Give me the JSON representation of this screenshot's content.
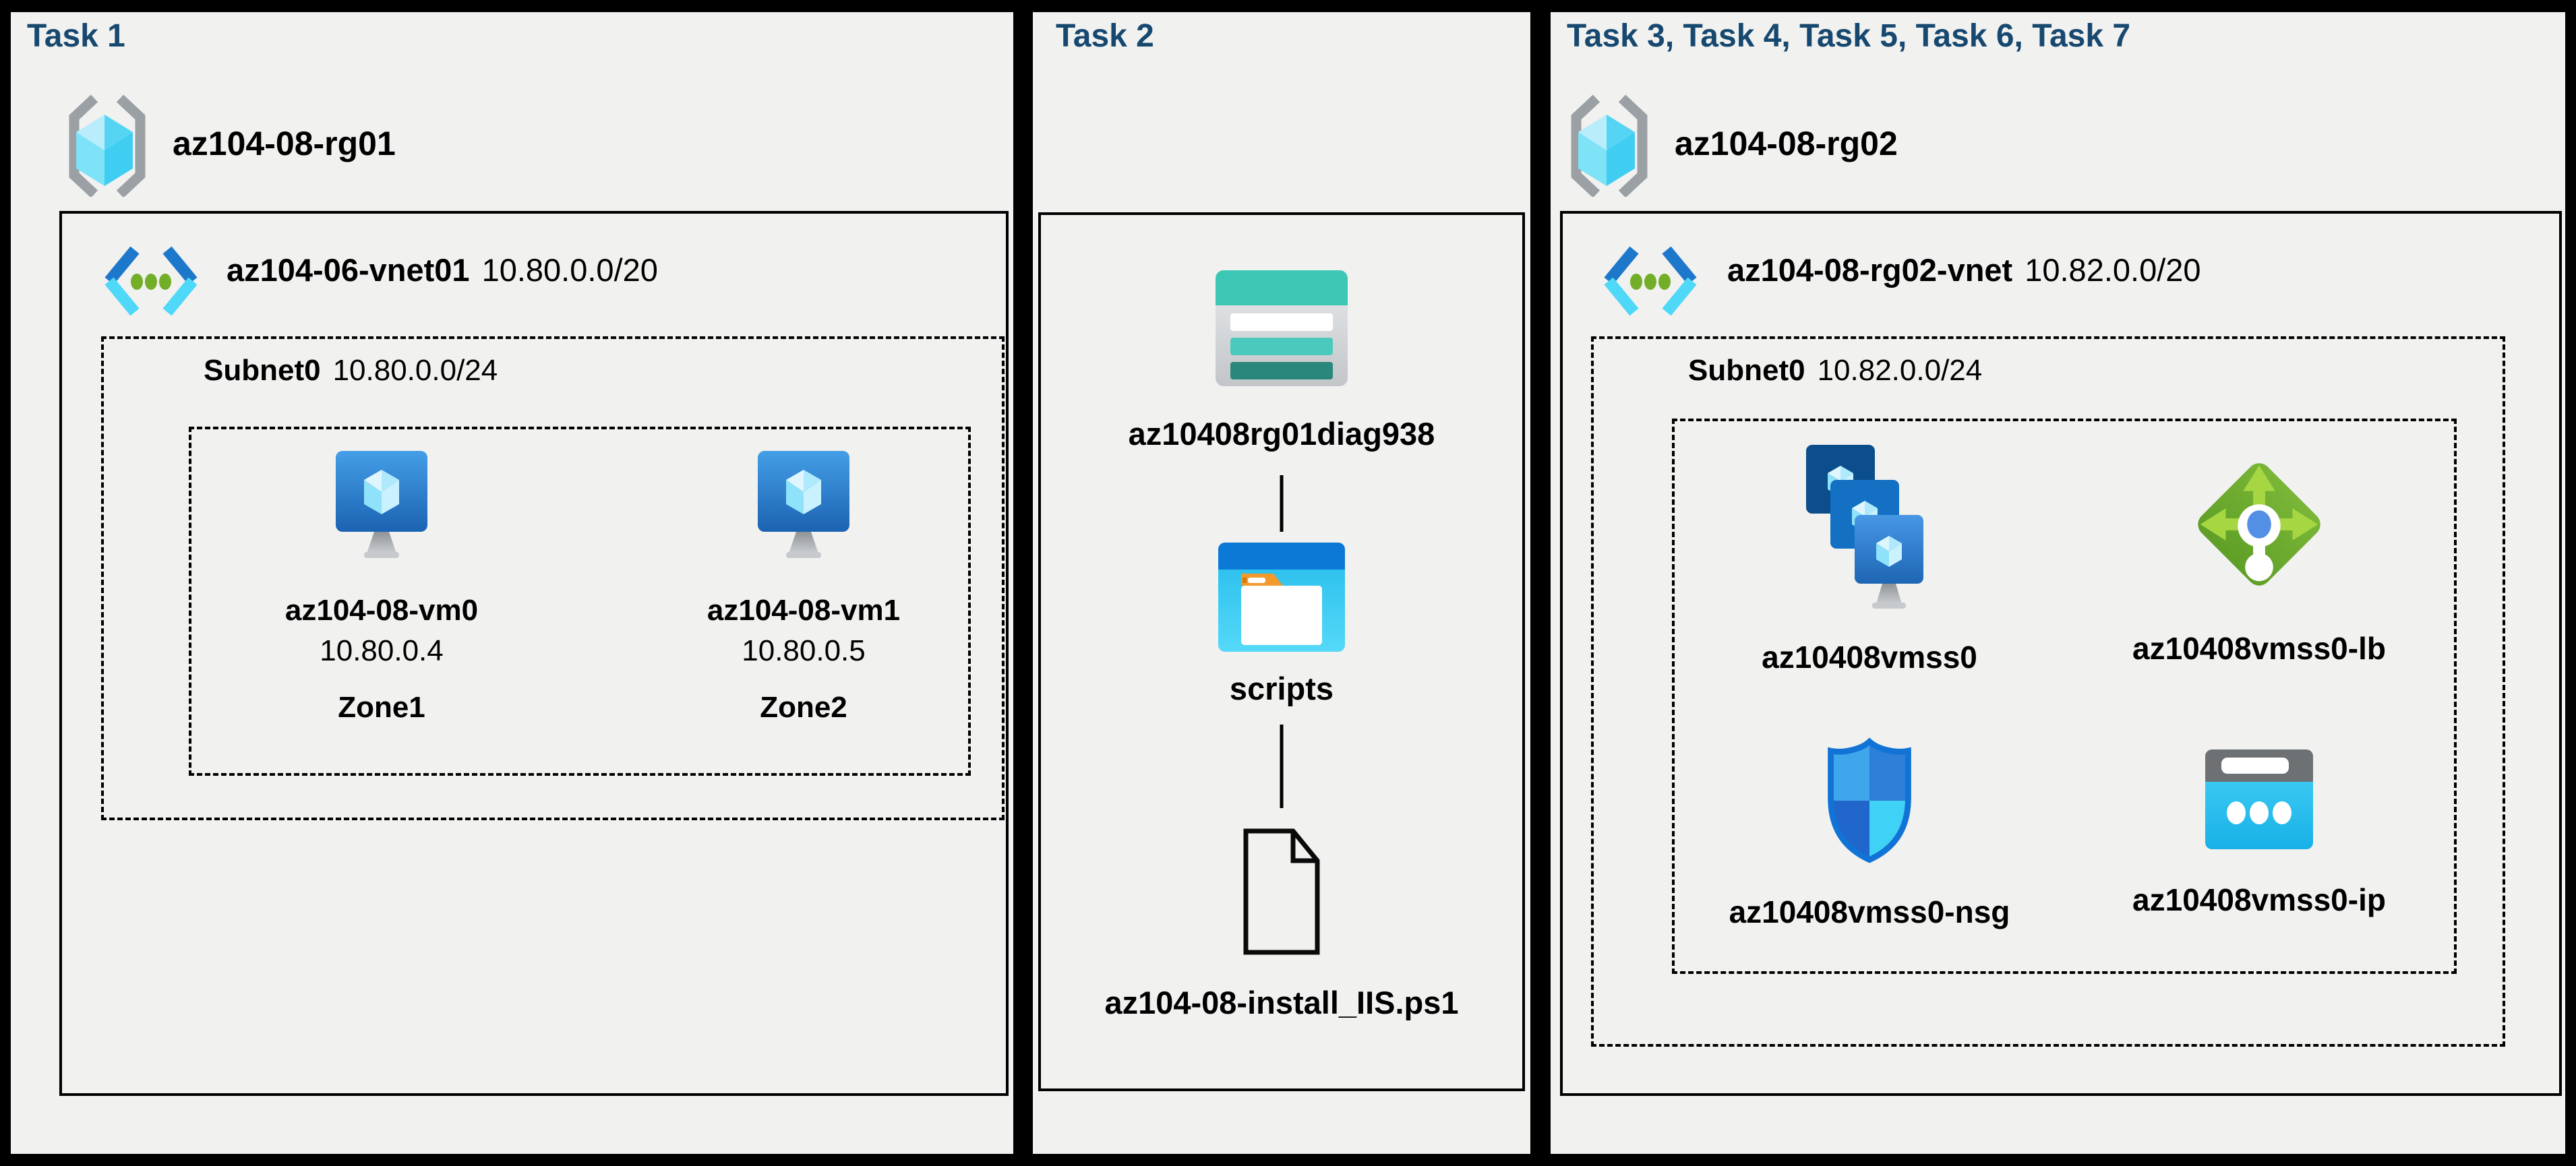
{
  "colors": {
    "background": "#000000",
    "panel_bg": "#f1f1f0",
    "heading_navy": "#17486f",
    "text_black": "#000000",
    "rg_bracket_gray": "#9ba0a4",
    "cube_cyan": "#55d5f3",
    "vnet_blue": "#1d78cb",
    "vnet_cyan": "#4fd8f8",
    "dot_green": "#72ae27",
    "vm_blue": "#2d86d8",
    "storage_teal": "#3cc6b4",
    "storage_dark_teal": "#2a877b",
    "folder_blue": "#0c79d6",
    "folder_cyan": "#35c7f0",
    "folder_orange": "#f29a2b",
    "lb_green": "#6fb02c",
    "lb_arrow_green": "#a6d743",
    "nsg_blue": "#2e7fd8",
    "ip_cyan": "#2ec7f2",
    "ip_gray": "#6e7174"
  },
  "task1": {
    "title": "Task 1",
    "resource_group": "az104-08-rg01",
    "vnet_name": "az104-06-vnet01",
    "vnet_cidr": "10.80.0.0/20",
    "subnet_name": "Subnet0",
    "subnet_cidr": "10.80.0.0/24",
    "vms": [
      {
        "name": "az104-08-vm0",
        "ip": "10.80.0.4",
        "zone": "Zone1"
      },
      {
        "name": "az104-08-vm1",
        "ip": "10.80.0.5",
        "zone": "Zone2"
      }
    ]
  },
  "task2": {
    "title": "Task 2",
    "storage_account": "az10408rg01diag938",
    "container": "scripts",
    "script_file": "az104-08-install_IIS.ps1"
  },
  "task3": {
    "title": "Task 3, Task 4, Task 5, Task 6, Task 7",
    "resource_group": "az104-08-rg02",
    "vnet_name": "az104-08-rg02-vnet",
    "vnet_cidr": "10.82.0.0/20",
    "subnet_name": "Subnet0",
    "subnet_cidr": "10.82.0.0/24",
    "vmss": "az10408vmss0",
    "load_balancer": "az10408vmss0-lb",
    "nsg": "az10408vmss0-nsg",
    "public_ip": "az10408vmss0-ip"
  }
}
